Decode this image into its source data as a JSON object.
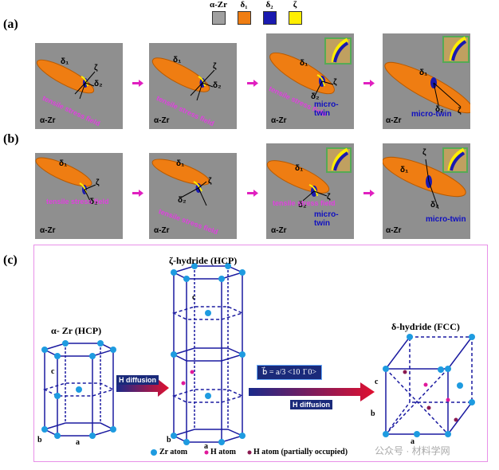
{
  "panels": {
    "a": "(a)",
    "b": "(b)",
    "c": "(c)"
  },
  "legend": [
    {
      "symbol": "α-Zr",
      "color": "#a0a0a0"
    },
    {
      "symbol": "δ₁",
      "color": "#ef7d12"
    },
    {
      "symbol": "δ₂",
      "color": "#1a1ab0"
    },
    {
      "symbol": "ζ",
      "color": "#ffee00"
    }
  ],
  "tile_labels": {
    "matrix": "α-Zr",
    "stress": "tensile stress field",
    "twin": "micro-twin",
    "delta1": "δ₁",
    "delta2": "δ₂",
    "zeta": "ζ"
  },
  "structures": {
    "alpha_title": "α- Zr (HCP)",
    "zeta_title": "ζ-hydride (HCP)",
    "delta_title": "δ-hydride (FCC)",
    "arrow1_label": "H diffusion",
    "arrow2_label": "H diffusion",
    "burgers": "b⃗ = a/3 <10 1̄ 0>",
    "axis_a": "a",
    "axis_b": "b",
    "axis_c": "c"
  },
  "atom_legend": [
    "Zr atom",
    "H atom",
    "H atom (partially occupied)"
  ],
  "colors": {
    "zr": "#1e9be0",
    "h": "#e0189a",
    "h_partial": "#8a1a50",
    "lattice": "#1a1aa0",
    "stress": "#e040e0",
    "twin": "#1010c0",
    "arrow": "#e020c0"
  },
  "watermark": "公众号 · 材料学网"
}
